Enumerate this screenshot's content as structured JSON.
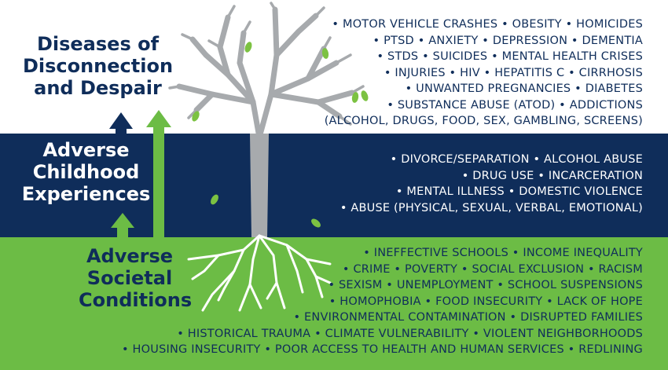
{
  "headings": {
    "diseases": "Diseases of Disconnection and Despair",
    "ace": "Adverse Childhood Experiences",
    "societal": "Adverse Societal Conditions"
  },
  "lists": {
    "diseases": [
      "• MOTOR VEHICLE CRASHES  • OBESITY  • HOMICIDES",
      "• PTSD • ANXIETY  • DEPRESSION  • DEMENTIA",
      "• STDS  • SUICIDES  • MENTAL HEALTH CRISES",
      "• INJURIES  • HIV  • HEPATITIS C  • CIRRHOSIS",
      "• UNWANTED PREGNANCIES  • DIABETES",
      "• SUBSTANCE ABUSE (ATOD)  • ADDICTIONS",
      "(ALCOHOL, DRUGS, FOOD, SEX, GAMBLING, SCREENS)"
    ],
    "ace": [
      "• DIVORCE/SEPARATION • ALCOHOL ABUSE",
      "• DRUG USE • INCARCERATION",
      "• MENTAL ILLNESS • DOMESTIC VIOLENCE",
      "• ABUSE (PHYSICAL, SEXUAL, VERBAL, EMOTIONAL)"
    ],
    "societal": [
      "• INEFFECTIVE SCHOOLS  • INCOME INEQUALITY",
      "• CRIME  • POVERTY  • SOCIAL EXCLUSION  • RACISM",
      "• SEXISM  • UNEMPLOYMENT  • SCHOOL SUSPENSIONS",
      "• HOMOPHOBIA  • FOOD INSECURITY  • LACK OF HOPE",
      "• ENVIRONMENTAL CONTAMINATION  • DISRUPTED FAMILIES",
      "• HISTORICAL TRAUMA  • CLIMATE VULNERABILITY  • VIOLENT NEIGHBORHOODS",
      "• HOUSING INSECURITY  • POOR ACCESS TO HEALTH AND HUMAN SERVICES  • REDLINING"
    ]
  },
  "colors": {
    "navy": "#0f2d5a",
    "green": "#6cbc45",
    "white": "#ffffff",
    "branch_gray": "#a7aaad",
    "leaf_green": "#7cc242"
  },
  "icons": [
    "tree-illustration",
    "up-arrow-navy",
    "up-arrow-green"
  ]
}
